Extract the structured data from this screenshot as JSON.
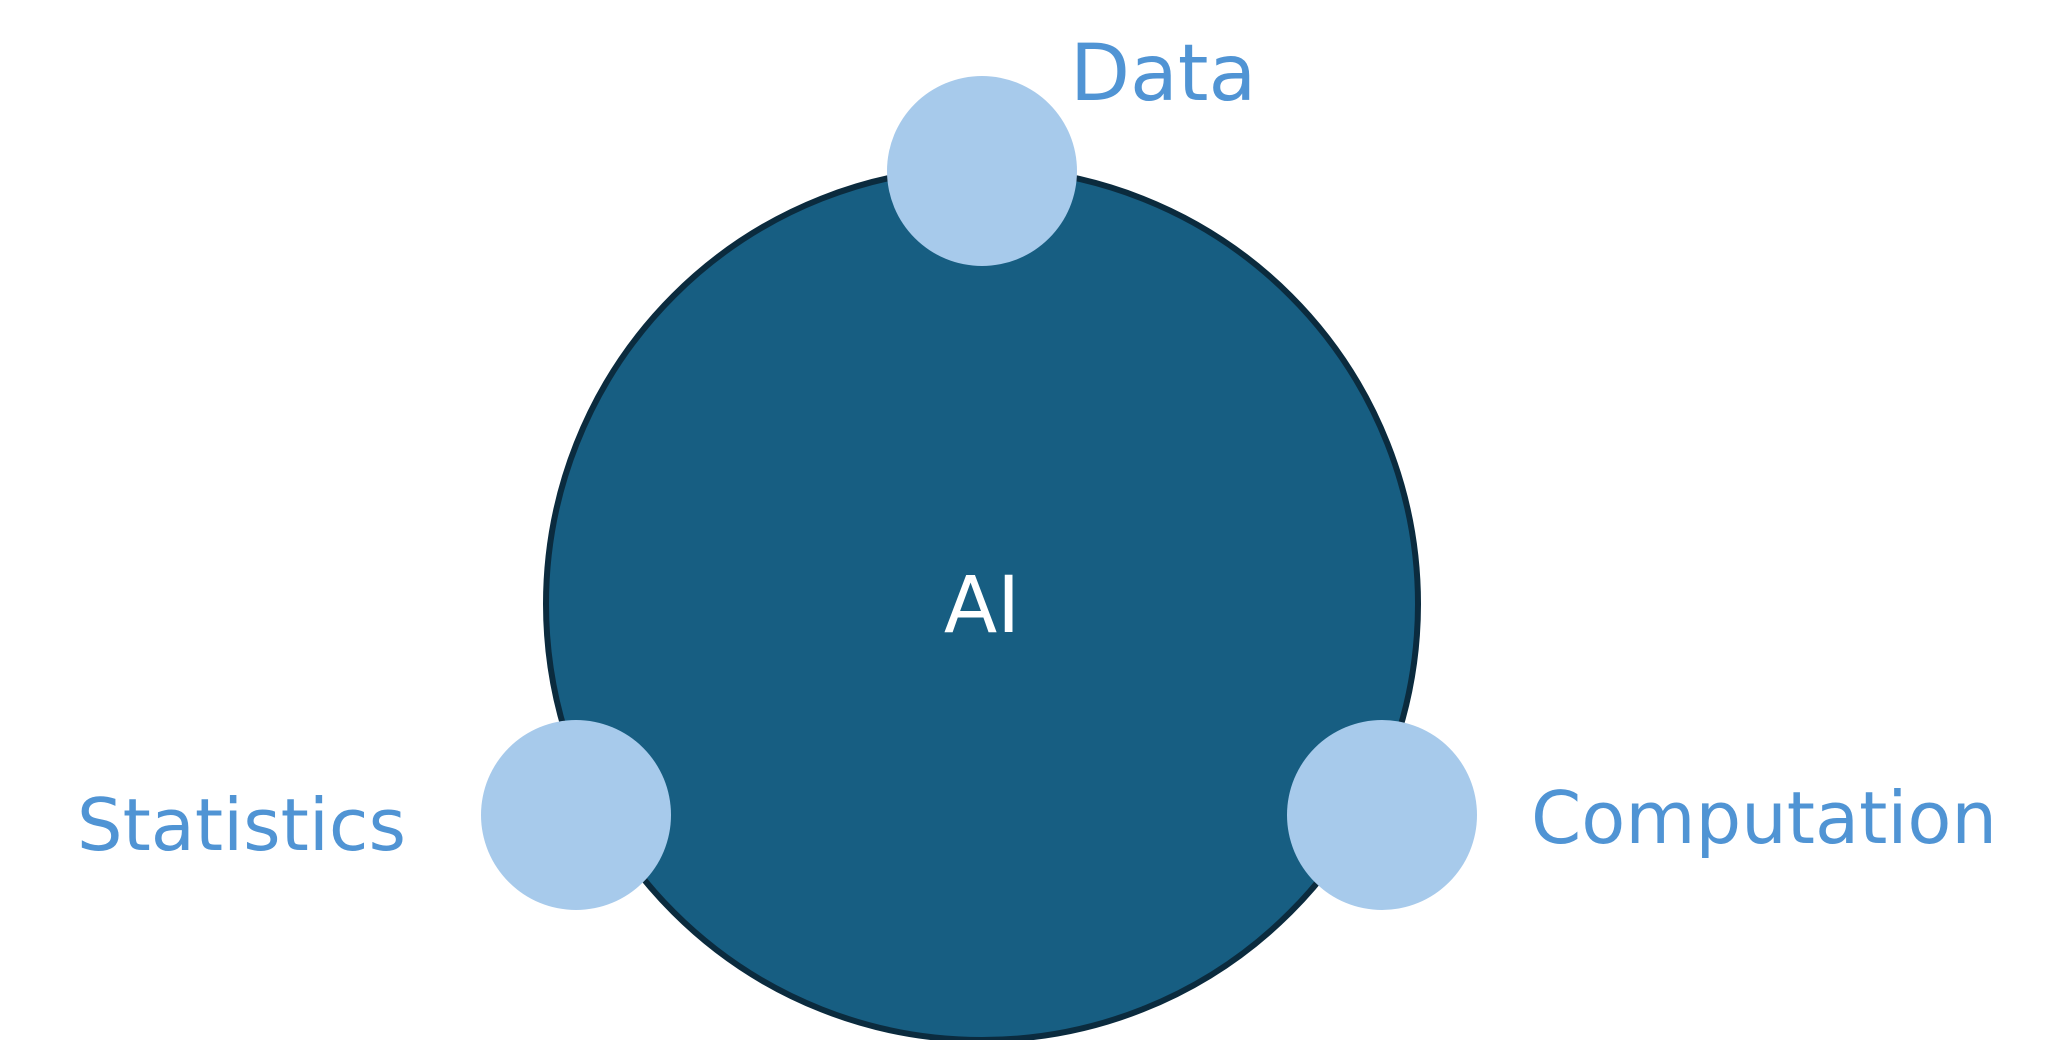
{
  "diagram": {
    "center_label": "AI",
    "nodes": {
      "data": {
        "label": "Data"
      },
      "statistics": {
        "label": "Statistics"
      },
      "computation": {
        "label": "Computation"
      }
    }
  },
  "colors": {
    "main_circle_fill": "#175e82",
    "main_circle_stroke": "#0b2b3e",
    "node_fill": "#a7caeb",
    "node_label": "#5094d4",
    "center_label": "#ffffff",
    "background": "#ffffff"
  }
}
